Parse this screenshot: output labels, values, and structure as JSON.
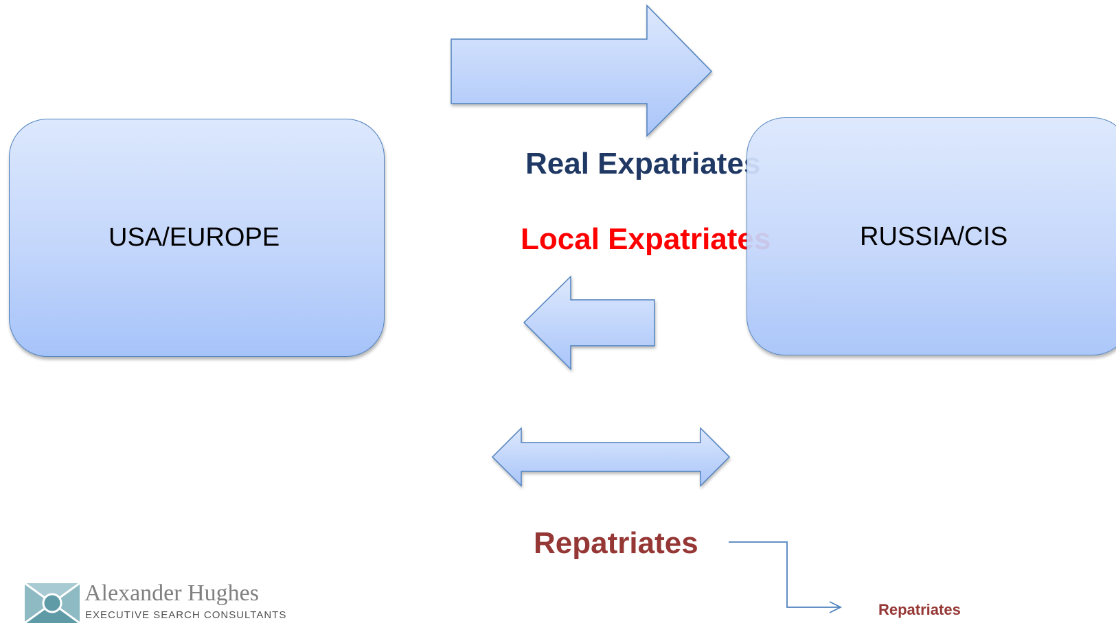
{
  "regions": {
    "left": "USA/EUROPE",
    "right": "RUSSIA/CIS"
  },
  "flows": {
    "real": "Real Expatriates",
    "local": "Local Expatriates",
    "repatriates": "Repatriates",
    "repatriates_small": "Repatriates"
  },
  "colors": {
    "real": "#1f3864",
    "local": "#ff0000",
    "repatriates": "#953735",
    "arrow_fill": "#c6d9fa",
    "arrow_stroke": "#4f81bd"
  },
  "logo": {
    "name": "Alexander Hughes",
    "tagline": "EXECUTIVE SEARCH CONSULTANTS"
  }
}
